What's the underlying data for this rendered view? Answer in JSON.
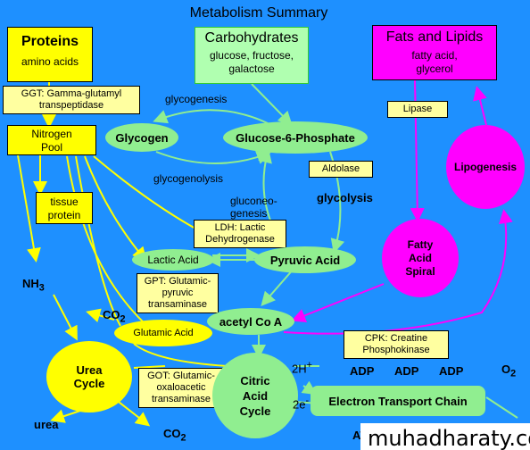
{
  "title": "Metabolism Summary",
  "proteins": {
    "title": "Proteins",
    "subtitle": "amino acids"
  },
  "carbohydrates": {
    "title": "Carbohydrates",
    "subtitle": [
      "glucose, fructose,",
      "galactose"
    ]
  },
  "fats": {
    "title": "Fats and Lipids",
    "subtitle": [
      "fatty acid,",
      "glycerol"
    ]
  },
  "nitrogen_pool": [
    "Nitrogen",
    "Pool"
  ],
  "tissue_protein": [
    "tissue",
    "protein"
  ],
  "enzymes": {
    "ggt": [
      "GGT: Gamma-glutamyl",
      "transpeptidase"
    ],
    "aldolase": "Aldolase",
    "ldh": [
      "LDH: Lactic",
      "Dehydrogenase"
    ],
    "gpt": [
      "GPT: Glutamic-",
      "pyruvic",
      "transaminase"
    ],
    "got": [
      "GOT: Glutamic-",
      "oxaloacetic",
      "transaminase"
    ],
    "cpk": [
      "CPK: Creatine",
      "Phosphokinase"
    ],
    "lipase": "Lipase"
  },
  "nodes": {
    "glycogen": "Glycogen",
    "g6p": "Glucose-6-Phosphate",
    "lactic_acid": "Lactic Acid",
    "pyruvic_acid": "Pyruvic Acid",
    "acetyl_coa": "acetyl Co A",
    "glutamic_acid": "Glutamic Acid",
    "urea_cycle": [
      "Urea",
      "Cycle"
    ],
    "citric_acid_cycle": [
      "Citric",
      "Acid",
      "Cycle"
    ],
    "etc": "Electron Transport Chain",
    "lipogenesis": "Lipogenesis",
    "fatty_acid_spiral": [
      "Fatty",
      "Acid",
      "Spiral"
    ]
  },
  "labels": {
    "glycogenesis": "glycogenesis",
    "glycogenolysis": "glycogenolysis",
    "glycolysis": "glycolysis",
    "gluconeogenesis": [
      "gluconeo-",
      "genesis"
    ],
    "nh3_base": "NH",
    "nh3_sub": "3",
    "co2_base": "CO",
    "co2_sub": "2",
    "urea": "urea",
    "h_base": "2H",
    "h_sup": "+",
    "e_base": "2e",
    "e_sup": "-",
    "adp": "ADP",
    "atp": "ATP",
    "o2_base": "O",
    "o2_sub": "2"
  },
  "colors": {
    "background": "#1e90ff",
    "protein": "#ffff00",
    "carbohydrate": "#90ee90",
    "fat": "#ff00ff",
    "enzyme_box": "#ffffa0"
  },
  "watermark": "muhadharaty.com"
}
